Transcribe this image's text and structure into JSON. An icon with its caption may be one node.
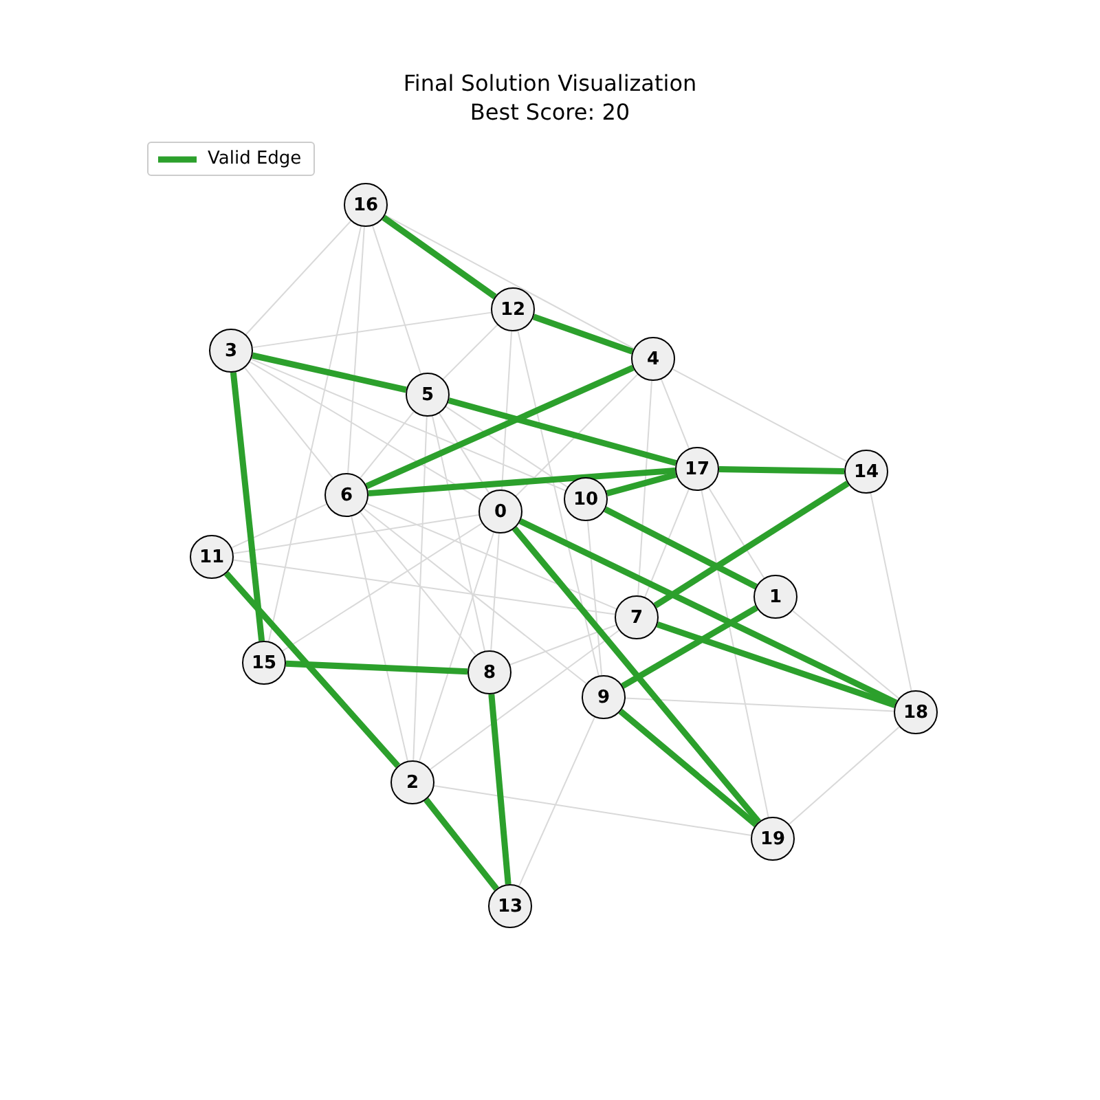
{
  "diagram": {
    "title": "Final Solution Visualization",
    "labels": [
      "Best Score: 20"
    ],
    "nodes": [
      {
        "text": [
          "0"
        ]
      },
      {
        "text": [
          "1"
        ]
      },
      {
        "text": [
          "2"
        ]
      },
      {
        "text": [
          "3"
        ]
      },
      {
        "text": [
          "4"
        ]
      },
      {
        "text": [
          "5"
        ]
      },
      {
        "text": [
          "6"
        ]
      },
      {
        "text": [
          "7"
        ]
      },
      {
        "text": [
          "8"
        ]
      },
      {
        "text": [
          "9"
        ]
      },
      {
        "text": [
          "10"
        ]
      },
      {
        "text": [
          "11"
        ]
      },
      {
        "text": [
          "12"
        ]
      },
      {
        "text": [
          "13"
        ]
      },
      {
        "text": [
          "14"
        ]
      },
      {
        "text": [
          "15"
        ]
      },
      {
        "text": [
          "16"
        ]
      },
      {
        "text": [
          "17"
        ]
      },
      {
        "text": [
          "18"
        ]
      },
      {
        "text": [
          "19"
        ]
      }
    ],
    "edges": [
      {
        "from": 16,
        "to": 3,
        "arrow": "none"
      },
      {
        "from": 16,
        "to": 6,
        "arrow": "none"
      },
      {
        "from": 16,
        "to": 5,
        "arrow": "none"
      },
      {
        "from": 16,
        "to": 15,
        "arrow": "none"
      },
      {
        "from": 16,
        "to": 4,
        "arrow": "none"
      },
      {
        "from": 3,
        "to": 12,
        "arrow": "none"
      },
      {
        "from": 12,
        "to": 5,
        "arrow": "none"
      },
      {
        "from": 12,
        "to": 0,
        "arrow": "none"
      },
      {
        "from": 12,
        "to": 9,
        "arrow": "none"
      },
      {
        "from": 3,
        "to": 6,
        "arrow": "none"
      },
      {
        "from": 3,
        "to": 10,
        "arrow": "none"
      },
      {
        "from": 3,
        "to": 0,
        "arrow": "none"
      },
      {
        "from": 5,
        "to": 6,
        "arrow": "none"
      },
      {
        "from": 5,
        "to": 0,
        "arrow": "none"
      },
      {
        "from": 5,
        "to": 8,
        "arrow": "none"
      },
      {
        "from": 5,
        "to": 10,
        "arrow": "none"
      },
      {
        "from": 4,
        "to": 17,
        "arrow": "none"
      },
      {
        "from": 4,
        "to": 14,
        "arrow": "none"
      },
      {
        "from": 4,
        "to": 7,
        "arrow": "none"
      },
      {
        "from": 4,
        "to": 0,
        "arrow": "none"
      },
      {
        "from": 6,
        "to": 11,
        "arrow": "none"
      },
      {
        "from": 6,
        "to": 2,
        "arrow": "none"
      },
      {
        "from": 6,
        "to": 8,
        "arrow": "none"
      },
      {
        "from": 6,
        "to": 9,
        "arrow": "none"
      },
      {
        "from": 6,
        "to": 7,
        "arrow": "none"
      },
      {
        "from": 11,
        "to": 0,
        "arrow": "none"
      },
      {
        "from": 11,
        "to": 7,
        "arrow": "none"
      },
      {
        "from": 0,
        "to": 2,
        "arrow": "none"
      },
      {
        "from": 0,
        "to": 8,
        "arrow": "none"
      },
      {
        "from": 0,
        "to": 15,
        "arrow": "none"
      },
      {
        "from": 10,
        "to": 9,
        "arrow": "none"
      },
      {
        "from": 17,
        "to": 7,
        "arrow": "none"
      },
      {
        "from": 17,
        "to": 1,
        "arrow": "none"
      },
      {
        "from": 17,
        "to": 19,
        "arrow": "none"
      },
      {
        "from": 14,
        "to": 18,
        "arrow": "none"
      },
      {
        "from": 7,
        "to": 8,
        "arrow": "none"
      },
      {
        "from": 7,
        "to": 2,
        "arrow": "none"
      },
      {
        "from": 9,
        "to": 18,
        "arrow": "none"
      },
      {
        "from": 9,
        "to": 13,
        "arrow": "none"
      },
      {
        "from": 1,
        "to": 18,
        "arrow": "none"
      },
      {
        "from": 2,
        "to": 19,
        "arrow": "none"
      },
      {
        "from": 18,
        "to": 19,
        "arrow": "none"
      },
      {
        "from": 2,
        "to": 5,
        "arrow": "none"
      },
      {
        "from": 16,
        "to": 12,
        "arrow": "none",
        "style": "thick",
        "color": "#2ca02c"
      },
      {
        "from": 12,
        "to": 4,
        "arrow": "none",
        "style": "thick",
        "color": "#2ca02c"
      },
      {
        "from": 3,
        "to": 5,
        "arrow": "none",
        "style": "thick",
        "color": "#2ca02c"
      },
      {
        "from": 5,
        "to": 17,
        "arrow": "none",
        "style": "thick",
        "color": "#2ca02c"
      },
      {
        "from": 4,
        "to": 6,
        "arrow": "none",
        "style": "thick",
        "color": "#2ca02c"
      },
      {
        "from": 6,
        "to": 17,
        "arrow": "none",
        "style": "thick",
        "color": "#2ca02c"
      },
      {
        "from": 10,
        "to": 17,
        "arrow": "none",
        "style": "thick",
        "color": "#2ca02c"
      },
      {
        "from": 17,
        "to": 14,
        "arrow": "none",
        "style": "thick",
        "color": "#2ca02c"
      },
      {
        "from": 3,
        "to": 15,
        "arrow": "none",
        "style": "thick",
        "color": "#2ca02c"
      },
      {
        "from": 11,
        "to": 2,
        "arrow": "none",
        "style": "thick",
        "color": "#2ca02c"
      },
      {
        "from": 15,
        "to": 8,
        "arrow": "none",
        "style": "thick",
        "color": "#2ca02c"
      },
      {
        "from": 8,
        "to": 13,
        "arrow": "none",
        "style": "thick",
        "color": "#2ca02c"
      },
      {
        "from": 2,
        "to": 13,
        "arrow": "none",
        "style": "thick",
        "color": "#2ca02c"
      },
      {
        "from": 0,
        "to": 19,
        "arrow": "none",
        "style": "thick",
        "color": "#2ca02c"
      },
      {
        "from": 0,
        "to": 18,
        "arrow": "none",
        "style": "thick",
        "color": "#2ca02c"
      },
      {
        "from": 10,
        "to": 1,
        "arrow": "none",
        "style": "thick",
        "color": "#2ca02c"
      },
      {
        "from": 14,
        "to": 7,
        "arrow": "none",
        "style": "thick",
        "color": "#2ca02c"
      },
      {
        "from": 7,
        "to": 18,
        "arrow": "none",
        "style": "thick",
        "color": "#2ca02c"
      },
      {
        "from": 1,
        "to": 9,
        "arrow": "none",
        "style": "thick",
        "color": "#2ca02c"
      },
      {
        "from": 9,
        "to": 19,
        "arrow": "none",
        "style": "thick",
        "color": "#2ca02c"
      }
    ],
    "legend": [
      {
        "text": "Valid Edge"
      }
    ]
  }
}
